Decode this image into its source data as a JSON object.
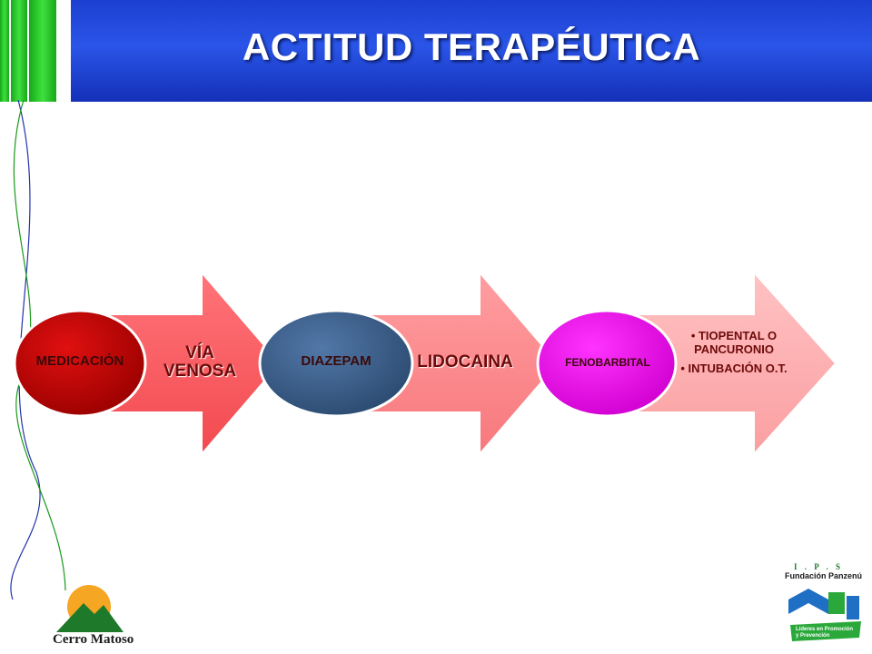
{
  "slide": {
    "title": "ACTITUD TERAPÉUTICA"
  },
  "diagram": {
    "stages": [
      {
        "oval_label": "MEDICACIÓN",
        "arrow_label_line1": "VÍA",
        "arrow_label_line2": "VENOSA",
        "oval_color": "#c00000"
      },
      {
        "oval_label": "DIAZEPAM",
        "arrow_label": "LIDOCAINA",
        "oval_color": "#3d5f8c"
      },
      {
        "oval_label": "FENOBARBITAL",
        "bullets": [
          "TIOPENTAL O PANCURONIO",
          "INTUBACIÓN O.T."
        ],
        "oval_color": "#ff00ff"
      }
    ],
    "arrow_colors": [
      "#ff5a5f",
      "#ff8a8e",
      "#ffb1b2"
    ]
  },
  "logos": {
    "left": {
      "text": "Cerro Matoso"
    },
    "right": {
      "top": "I . P . S",
      "name": "Fundación Panzenú",
      "ribbon": "Líderes en Promoción y Prevención"
    }
  }
}
